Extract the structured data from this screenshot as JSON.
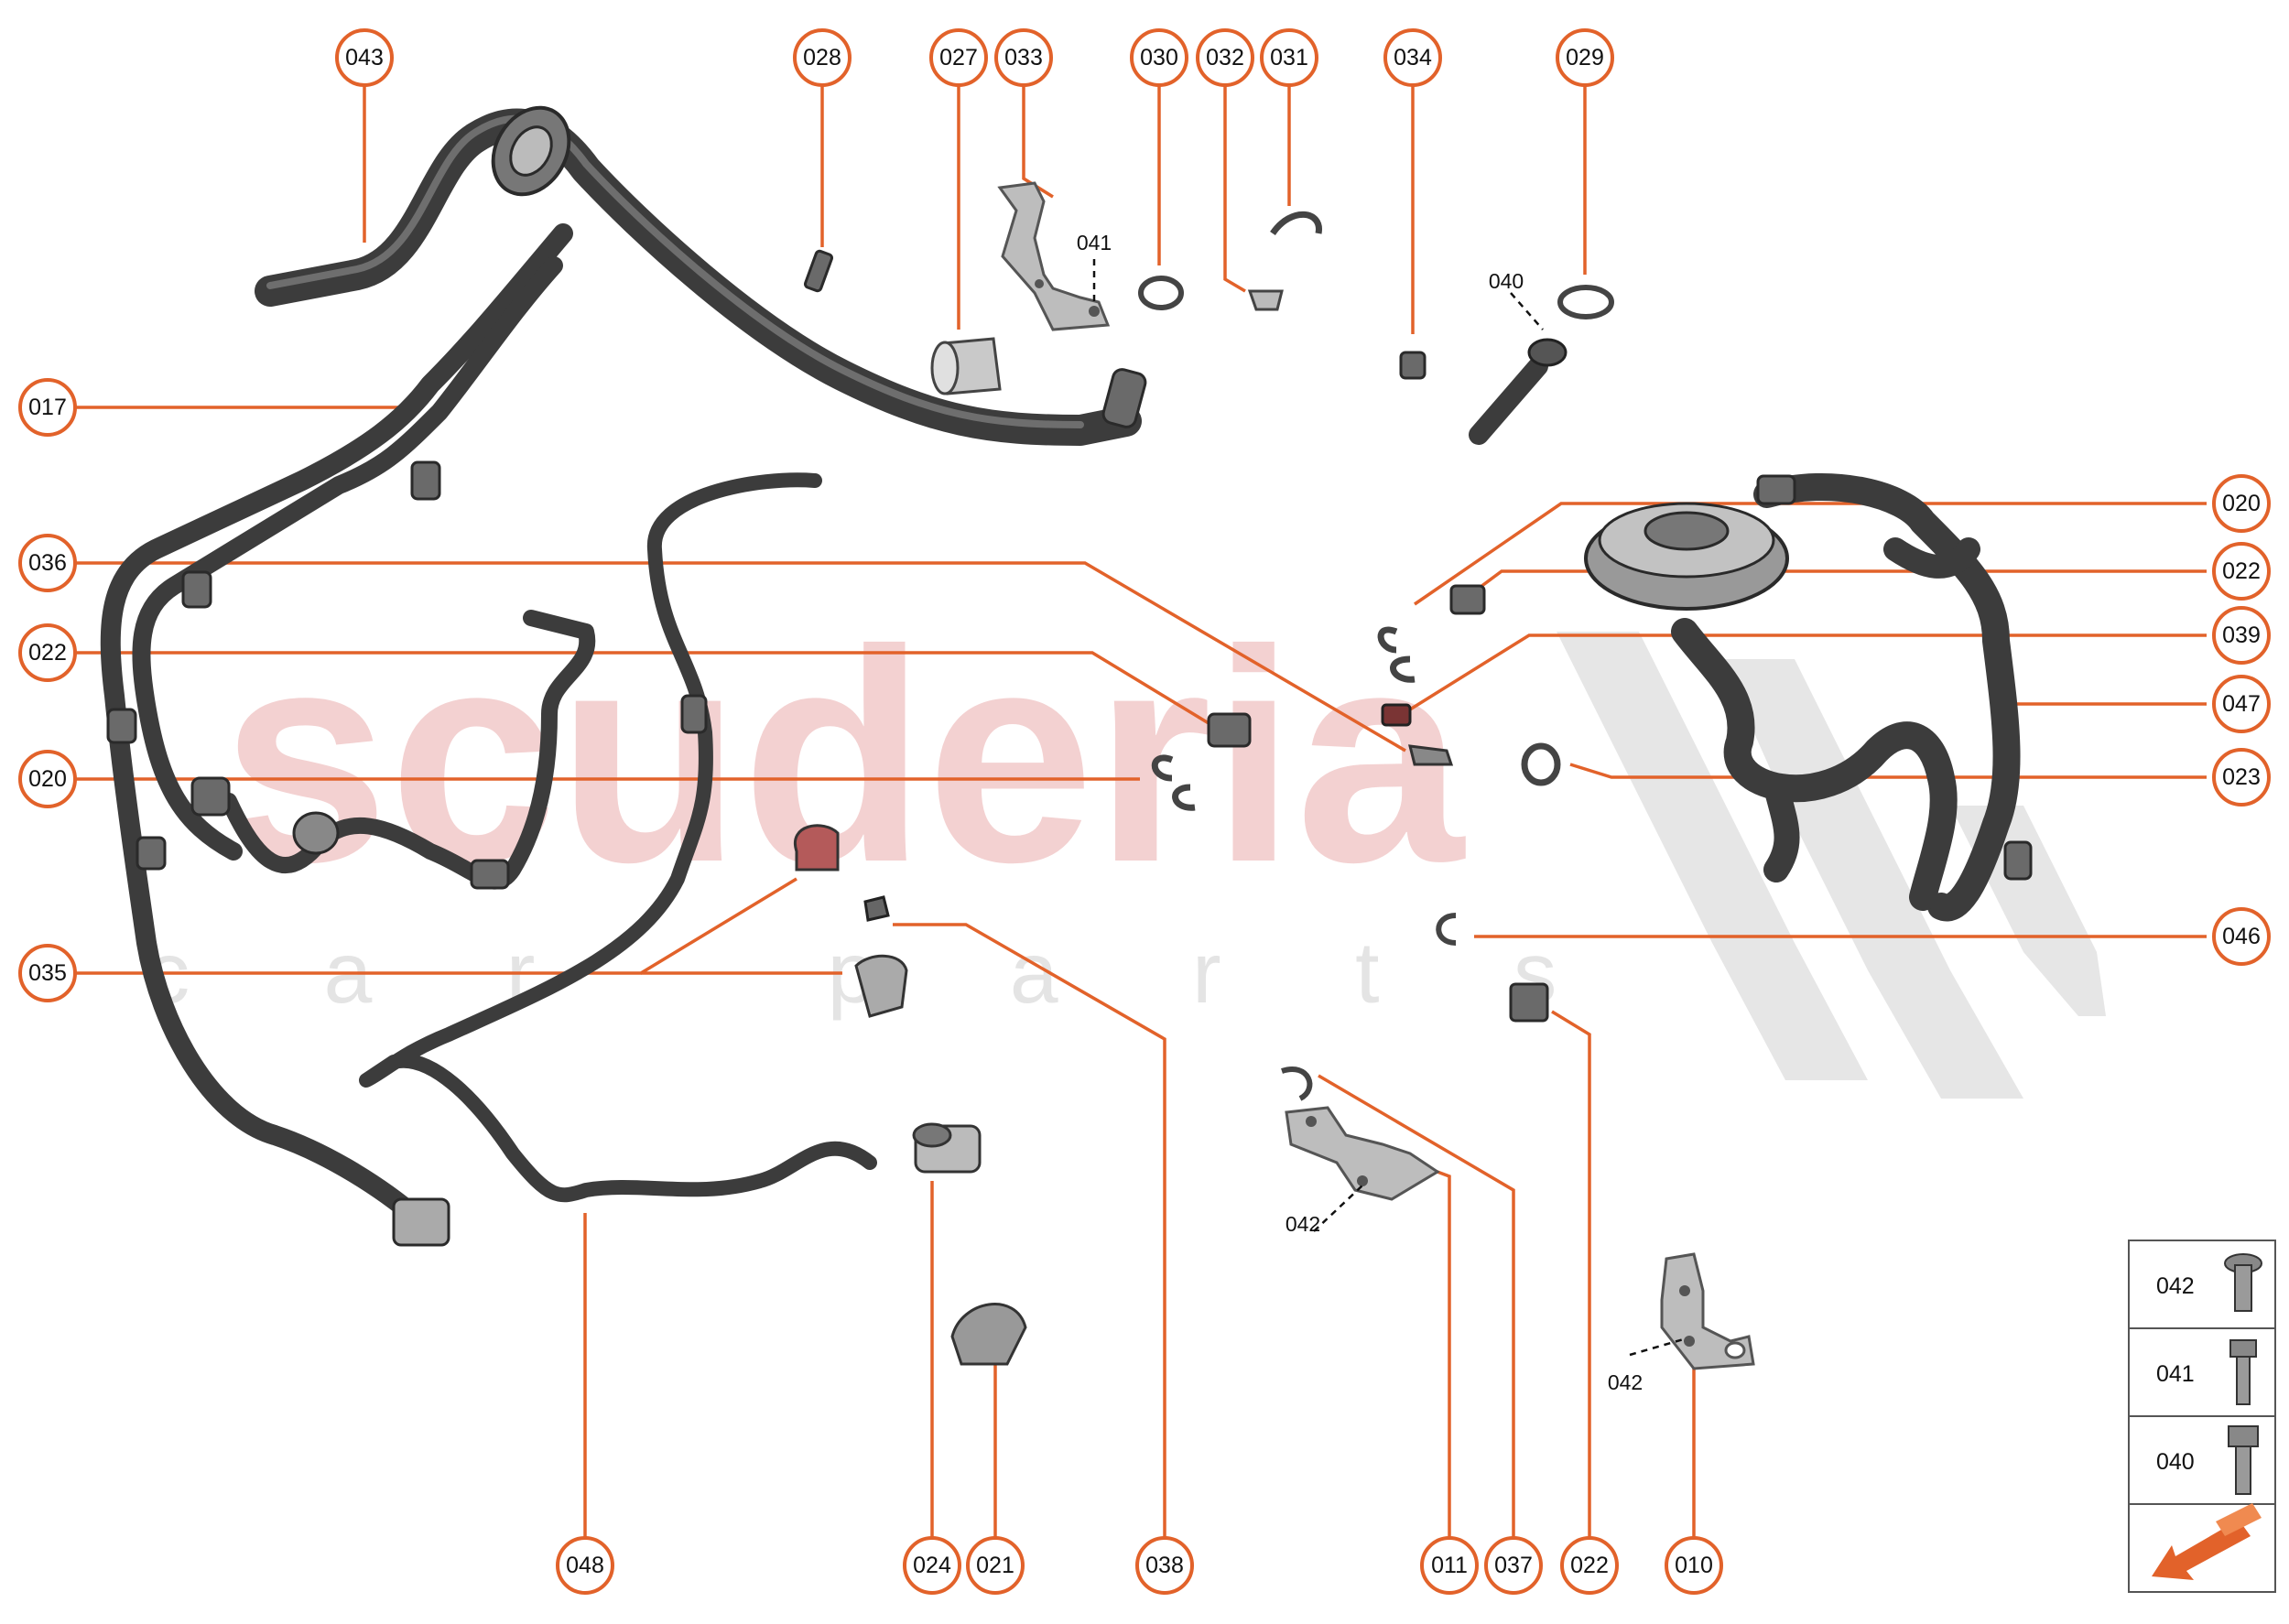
{
  "watermark": {
    "brand": "scuderia",
    "sub": "c a r   p a r t s",
    "brand_color": "#f2c9c9",
    "sub_color": "#e4e4e4"
  },
  "accent_color": "#e2622a",
  "callouts": [
    {
      "id": "c043",
      "label": "043"
    },
    {
      "id": "c028",
      "label": "028"
    },
    {
      "id": "c027",
      "label": "027"
    },
    {
      "id": "c033",
      "label": "033"
    },
    {
      "id": "c030",
      "label": "030"
    },
    {
      "id": "c032",
      "label": "032"
    },
    {
      "id": "c031",
      "label": "031"
    },
    {
      "id": "c034",
      "label": "034"
    },
    {
      "id": "c029",
      "label": "029"
    },
    {
      "id": "c017",
      "label": "017"
    },
    {
      "id": "c036",
      "label": "036"
    },
    {
      "id": "c022a",
      "label": "022"
    },
    {
      "id": "c020a",
      "label": "020"
    },
    {
      "id": "c035",
      "label": "035"
    },
    {
      "id": "c020b",
      "label": "020"
    },
    {
      "id": "c022b",
      "label": "022"
    },
    {
      "id": "c039",
      "label": "039"
    },
    {
      "id": "c047",
      "label": "047"
    },
    {
      "id": "c023",
      "label": "023"
    },
    {
      "id": "c046",
      "label": "046"
    },
    {
      "id": "c048",
      "label": "048"
    },
    {
      "id": "c024",
      "label": "024"
    },
    {
      "id": "c021",
      "label": "021"
    },
    {
      "id": "c038",
      "label": "038"
    },
    {
      "id": "c011",
      "label": "011"
    },
    {
      "id": "c037",
      "label": "037"
    },
    {
      "id": "c022c",
      "label": "022"
    },
    {
      "id": "c010",
      "label": "010"
    }
  ],
  "inline_labels": {
    "l041": "041",
    "l040": "040",
    "l042a": "042",
    "l042b": "042"
  },
  "legend": {
    "rows": [
      "042",
      "041",
      "040"
    ],
    "arrow_icon": "orange-arrow-icon"
  }
}
